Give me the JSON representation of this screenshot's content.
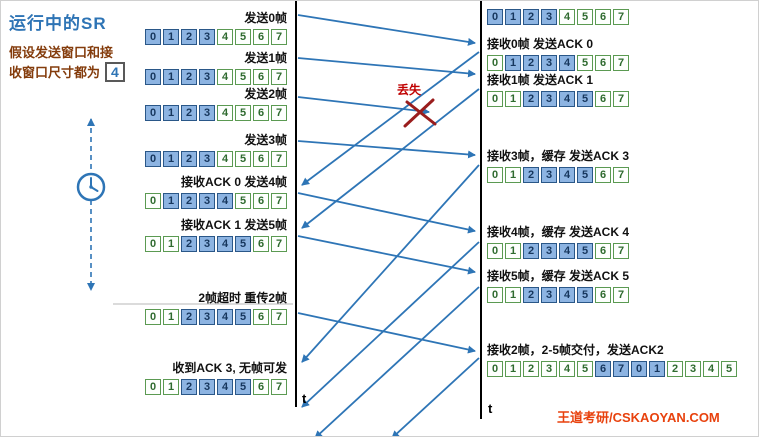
{
  "title": "运行中的SR",
  "note": {
    "line1": "假设发送窗口和接",
    "line2": "收窗口尺寸都为",
    "window_size": "4"
  },
  "middle": {
    "lost_label": "丢失"
  },
  "sender": {
    "axis_label": "t",
    "events": [
      {
        "label": "发送0帧",
        "window": {
          "values": [
            0,
            1,
            2,
            3,
            4,
            5,
            6,
            7
          ],
          "highlight": [
            0,
            1,
            2,
            3
          ]
        }
      },
      {
        "label": "发送1帧",
        "window": {
          "values": [
            0,
            1,
            2,
            3,
            4,
            5,
            6,
            7
          ],
          "highlight": [
            0,
            1,
            2,
            3
          ]
        }
      },
      {
        "label": "发送2帧",
        "window": {
          "values": [
            0,
            1,
            2,
            3,
            4,
            5,
            6,
            7
          ],
          "highlight": [
            0,
            1,
            2,
            3
          ]
        }
      },
      {
        "label": "发送3帧",
        "window": {
          "values": [
            0,
            1,
            2,
            3,
            4,
            5,
            6,
            7
          ],
          "highlight": [
            0,
            1,
            2,
            3
          ]
        }
      },
      {
        "label": "接收ACK 0 发送4帧",
        "window": {
          "values": [
            0,
            1,
            2,
            3,
            4,
            5,
            6,
            7
          ],
          "highlight": [
            1,
            2,
            3,
            4
          ]
        }
      },
      {
        "label": "接收ACK 1 发送5帧",
        "window": {
          "values": [
            0,
            1,
            2,
            3,
            4,
            5,
            6,
            7
          ],
          "highlight": [
            2,
            3,
            4,
            5
          ]
        }
      },
      {
        "label": "2帧超时 重传2帧",
        "window": {
          "values": [
            0,
            1,
            2,
            3,
            4,
            5,
            6,
            7
          ],
          "highlight": [
            2,
            3,
            4,
            5
          ]
        }
      },
      {
        "label": "收到ACK 3, 无帧可发",
        "window": {
          "values": [
            0,
            1,
            2,
            3,
            4,
            5,
            6,
            7
          ],
          "highlight": [
            2,
            3,
            4,
            5
          ]
        }
      }
    ]
  },
  "receiver": {
    "axis_label": "t",
    "initial_window": {
      "values": [
        0,
        1,
        2,
        3,
        4,
        5,
        6,
        7
      ],
      "highlight": [
        0,
        1,
        2,
        3
      ]
    },
    "events": [
      {
        "label": "接收0帧 发送ACK 0",
        "window": {
          "values": [
            0,
            1,
            2,
            3,
            4,
            5,
            6,
            7
          ],
          "highlight": [
            1,
            2,
            3,
            4
          ]
        }
      },
      {
        "label": "接收1帧 发送ACK 1",
        "window": {
          "values": [
            0,
            1,
            2,
            3,
            4,
            5,
            6,
            7
          ],
          "highlight": [
            2,
            3,
            4,
            5
          ]
        }
      },
      {
        "label": "接收3帧，缓存 发送ACK 3",
        "window": {
          "values": [
            0,
            1,
            2,
            3,
            4,
            5,
            6,
            7
          ],
          "highlight": [
            2,
            3,
            4,
            5
          ]
        }
      },
      {
        "label": "接收4帧，缓存 发送ACK 4",
        "window": {
          "values": [
            0,
            1,
            2,
            3,
            4,
            5,
            6,
            7
          ],
          "highlight": [
            2,
            3,
            4,
            5
          ]
        }
      },
      {
        "label": "接收5帧，缓存 发送ACK 5",
        "window": {
          "values": [
            0,
            1,
            2,
            3,
            4,
            5,
            6,
            7
          ],
          "highlight": [
            2,
            3,
            4,
            5
          ]
        }
      },
      {
        "label": "接收2帧，2-5帧交付，发送ACK2",
        "window": {
          "values": [
            0,
            1,
            2,
            3,
            4,
            5,
            6,
            7,
            0,
            1,
            2,
            3,
            4,
            5
          ],
          "highlight": [
            6,
            7,
            8,
            9
          ]
        }
      }
    ]
  },
  "watermark": "王道考研/CSKAOYAN.COM",
  "colors": {
    "accent_blue": "#2E75B6",
    "window_cell_fill": "#8DB4E2",
    "frame_border_green": "#5B9A52",
    "lost_red": "#C00000",
    "note_brown": "#843C0C",
    "title_blue": "#2E74B5",
    "watermark_red": "#E8420E"
  }
}
